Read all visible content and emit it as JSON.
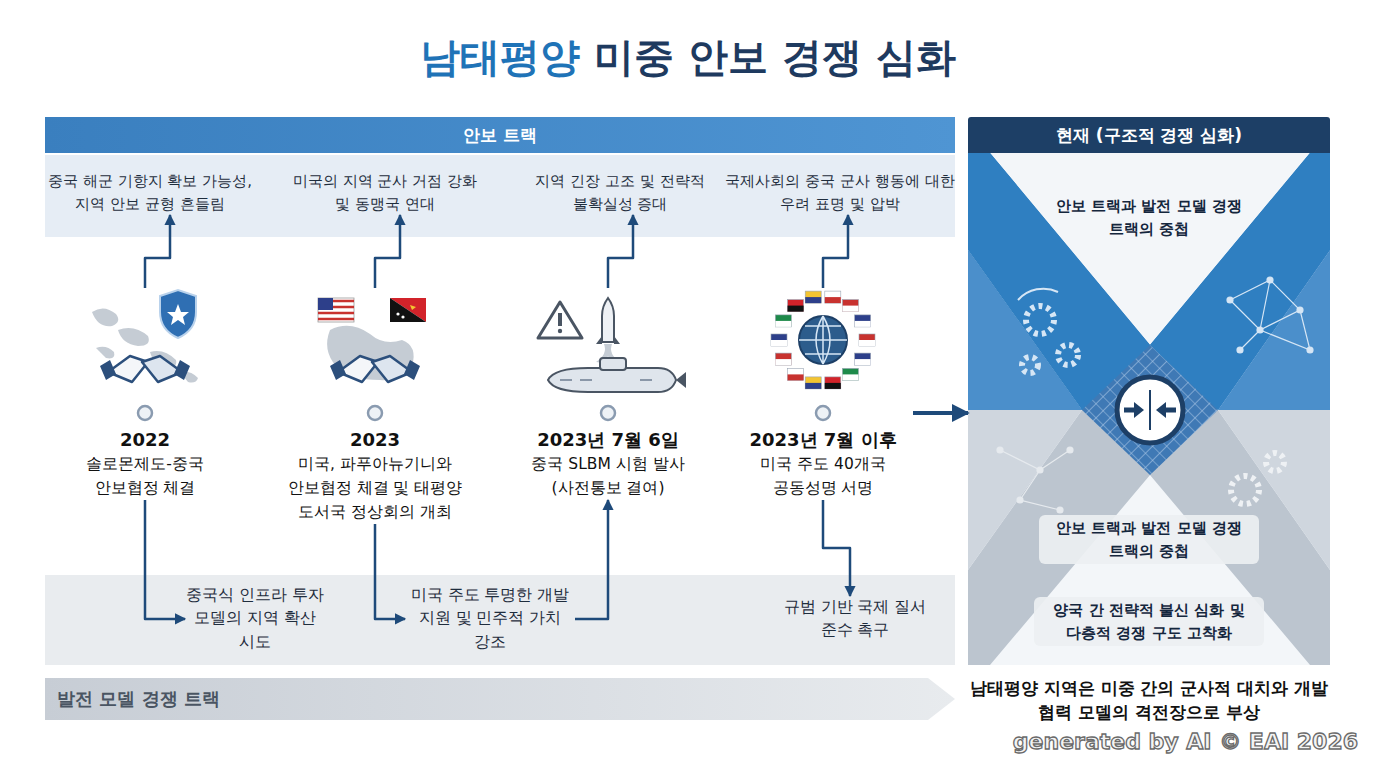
{
  "diagram": {
    "title": "남태평양 미중 안보 경쟁 심화",
    "nodes": [
      {
        "text": [
          "안보 트랙"
        ]
      },
      {
        "text": [
          "중국 해군 기항지 확보 가능성, 지역 안보 균형 흔들림"
        ]
      },
      {
        "text": [
          "미국의 지역 군사 거점 강화 및 동맹국 연대"
        ]
      },
      {
        "text": [
          "지역 긴장 고조 및 전략적 불확실성 증대"
        ]
      },
      {
        "text": [
          "국제사회의 중국 군사 행동에 대한 우려 표명 및 압박"
        ]
      },
      {
        "text": [
          "2022",
          "솔로몬제도-중국 안보협정 체결"
        ]
      },
      {
        "text": [
          "2023",
          "미국, 파푸아뉴기니와 안보협정 체결 및 태평양 도서국 정상회의 개최"
        ]
      },
      {
        "text": [
          "2023년 7월 6일",
          "중국 SLBM 시험 발사 (사전통보 결여)"
        ]
      },
      {
        "text": [
          "2023년 7월 이후",
          "미국 주도 40개국 공동성명 서명"
        ]
      },
      {
        "text": [
          "중국식 인프라 투자 모델의 지역 확산 시도"
        ]
      },
      {
        "text": [
          "미국 주도 투명한 개발 지원 및 민주적 가치 강조"
        ]
      },
      {
        "text": [
          "규범 기반 국제 질서 준수 촉구"
        ]
      },
      {
        "text": [
          "발전 모델 경쟁 트랙"
        ]
      },
      {
        "text": [
          "현재 (구조적 경쟁 심화)"
        ]
      },
      {
        "text": [
          "안보 트랙과 발전 모델 경쟁 트랙의 중첩"
        ],
        "in": 13
      },
      {
        "text": [
          "안보 트랙과 발전 모델 경쟁 트랙의 중첩"
        ],
        "in": 13
      },
      {
        "text": [
          "양국 간 전략적 불신 심화 및 다층적 경쟁 구도 고착화"
        ],
        "in": 13
      }
    ],
    "edges": [
      {
        "from": 5,
        "to": 1,
        "arrow": "to"
      },
      {
        "from": 6,
        "to": 2,
        "arrow": "to"
      },
      {
        "from": 7,
        "to": 3,
        "arrow": "to"
      },
      {
        "from": 8,
        "to": 4,
        "arrow": "to"
      },
      {
        "from": 5,
        "to": 9,
        "arrow": "to"
      },
      {
        "from": 6,
        "to": 10,
        "arrow": "to"
      },
      {
        "from": 10,
        "to": 7,
        "arrow": "to"
      },
      {
        "from": 8,
        "to": 11,
        "arrow": "to"
      },
      {
        "from": 8,
        "to": 13,
        "arrow": "to"
      }
    ],
    "labels": [
      "남태평양 지역은 미중 간의 군사적 대치와 개발 협력 모델의 격전장으로 부상",
      "generated by AI © EAI 2026"
    ]
  }
}
